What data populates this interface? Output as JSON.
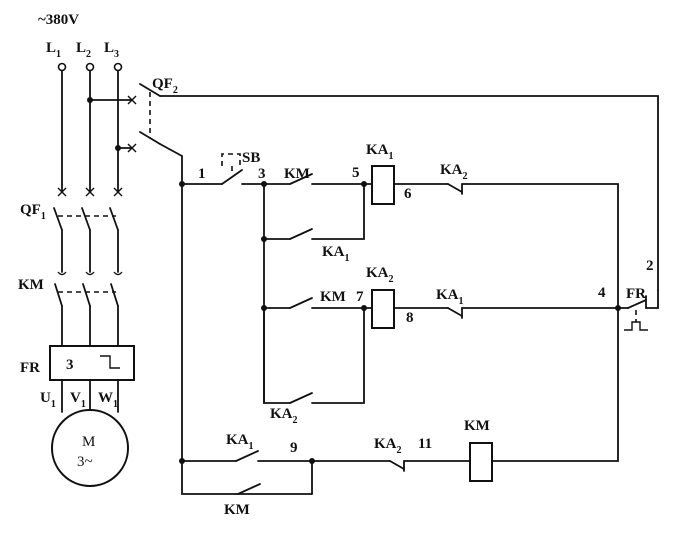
{
  "supply": {
    "voltage": "~380V",
    "phases": [
      "L",
      "L",
      "L"
    ],
    "phase_subs": [
      "1",
      "2",
      "3"
    ]
  },
  "breakers": {
    "main": "QF",
    "main_sub": "1",
    "control": "QF",
    "control_sub": "2"
  },
  "motor": {
    "name": "M",
    "phase": "3~",
    "terminals": [
      "U",
      "V",
      "W"
    ],
    "terminal_subs": [
      "1",
      "1",
      "1"
    ]
  },
  "devices": {
    "contactor": "KM",
    "overload": "FR",
    "overload_count": "3",
    "button": "SB",
    "relay1": "KA",
    "relay1_sub": "1",
    "relay2": "KA",
    "relay2_sub": "2"
  },
  "nodes": [
    "1",
    "2",
    "3",
    "4",
    "5",
    "6",
    "7",
    "8",
    "9",
    "11"
  ]
}
